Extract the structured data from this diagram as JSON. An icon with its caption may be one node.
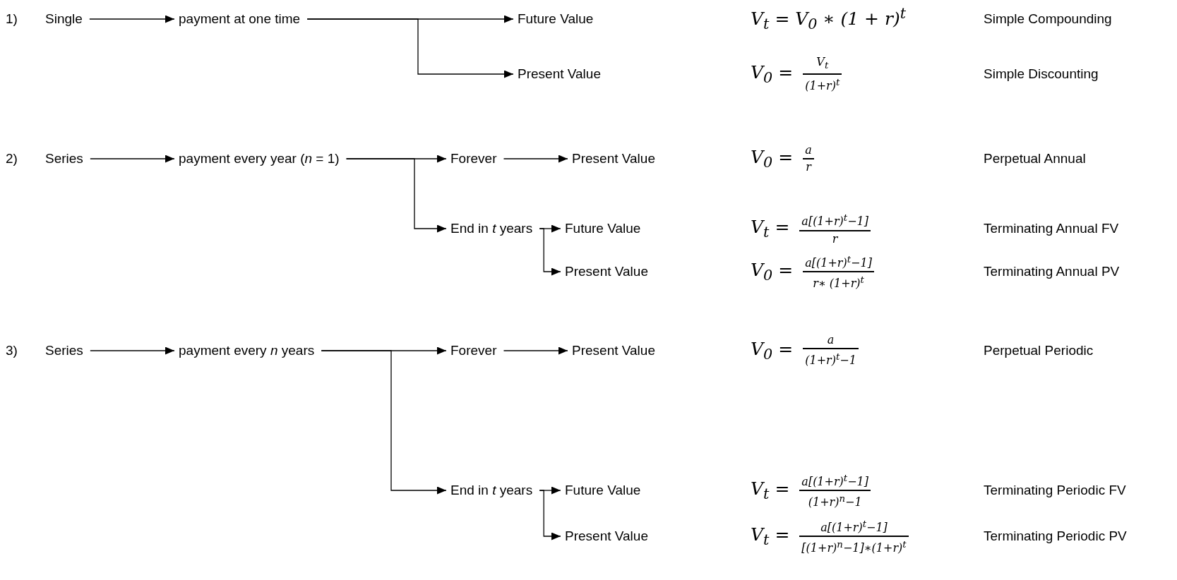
{
  "diagram": {
    "nodes": [
      {
        "text": [
          "Single"
        ]
      },
      {
        "text": [
          "payment at one time"
        ]
      },
      {
        "text": [
          "Future Value"
        ]
      },
      {
        "text": [
          "Present Value"
        ]
      },
      {
        "text": [
          "Series"
        ]
      },
      {
        "text": [
          "payment every year (*n* = 1)"
        ]
      },
      {
        "text": [
          "Forever"
        ]
      },
      {
        "text": [
          "Present Value"
        ]
      },
      {
        "text": [
          "End in *t* years"
        ]
      },
      {
        "text": [
          "Future Value"
        ]
      },
      {
        "text": [
          "Present Value"
        ]
      },
      {
        "text": [
          "Series"
        ]
      },
      {
        "text": [
          "payment every *n* years"
        ]
      },
      {
        "text": [
          "Forever"
        ]
      },
      {
        "text": [
          "Present Value"
        ]
      },
      {
        "text": [
          "End in *t* years"
        ]
      },
      {
        "text": [
          "Future Value"
        ]
      },
      {
        "text": [
          "Present Value"
        ]
      }
    ],
    "edges": [
      {
        "from": 0,
        "to": 1,
        "arrow": "to"
      },
      {
        "from": 1,
        "to": 2,
        "arrow": "to"
      },
      {
        "from": 1,
        "to": 3,
        "arrow": "to"
      },
      {
        "from": 4,
        "to": 5,
        "arrow": "to"
      },
      {
        "from": 5,
        "to": 6,
        "arrow": "to"
      },
      {
        "from": 5,
        "to": 8,
        "arrow": "to"
      },
      {
        "from": 6,
        "to": 7,
        "arrow": "to"
      },
      {
        "from": 8,
        "to": 9,
        "arrow": "to"
      },
      {
        "from": 8,
        "to": 10,
        "arrow": "to"
      },
      {
        "from": 11,
        "to": 12,
        "arrow": "to"
      },
      {
        "from": 12,
        "to": 13,
        "arrow": "to"
      },
      {
        "from": 12,
        "to": 15,
        "arrow": "to"
      },
      {
        "from": 13,
        "to": 14,
        "arrow": "to"
      },
      {
        "from": 15,
        "to": 16,
        "arrow": "to"
      },
      {
        "from": 15,
        "to": 17,
        "arrow": "to"
      }
    ],
    "labels": [
      "1)",
      "V$_{t}$ = V$_{0}$ ∗ (1 + r)$^{t}$",
      "Simple Compounding",
      "V$_{0}$ =",
      "V$_{t}$",
      "(1+r)$^{t}$",
      "Simple Discounting",
      "2)",
      "V$_{0}$ =",
      "a",
      "r",
      "Perpetual Annual",
      "V$_{t}$ =",
      "a[(1+r)$^{t}$−1]",
      "r",
      "Terminating Annual FV",
      "V$_{0}$ =",
      "a[(1+r)$^{t}$−1]",
      "r∗ (1+r)$^{t}$",
      "Terminating Annual PV",
      "3)",
      "V$_{0}$ =",
      "a",
      "(1+r)$^{t}$−1",
      "Perpetual Periodic",
      "V$_{t}$ =",
      "a[(1+r)$^{t}$−1]",
      "(1+r)$^{n}$−1",
      "Terminating Periodic FV",
      "V$_{t}$ =",
      "a[(1+r)$^{t}$−1]",
      "[(1+r)$^{n}$−1]∗(1+r)$^{t}$",
      "Terminating Periodic PV"
    ]
  }
}
